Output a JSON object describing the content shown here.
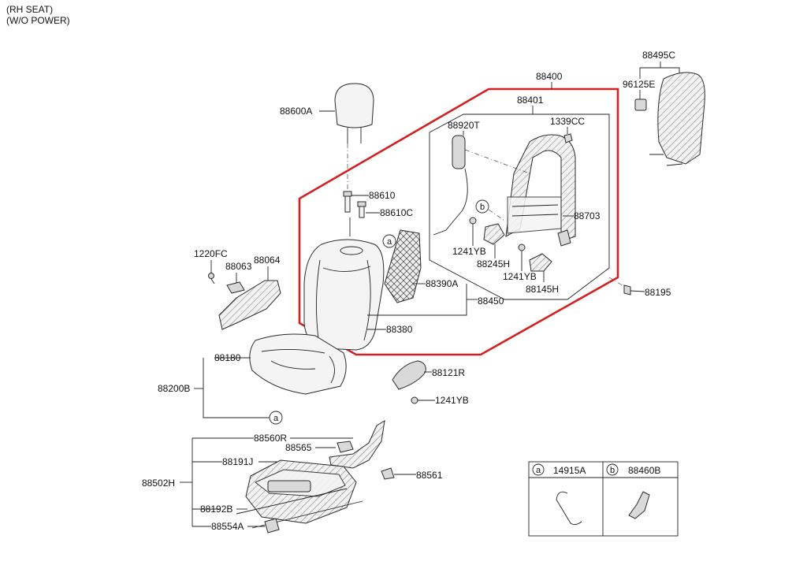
{
  "notes": {
    "line1": "(RH SEAT)",
    "line2": "(W/O POWER)"
  },
  "labels": {
    "p88400": "88400",
    "p88401": "88401",
    "p88920T": "88920T",
    "p1339CC": "1339CC",
    "p88703": "88703",
    "p1241YB_a": "1241YB",
    "p88245H": "88245H",
    "p1241YB_b": "1241YB",
    "p88145H": "88145H",
    "p88195": "88195",
    "p88495C": "88495C",
    "p96125E": "96125E",
    "p88600A": "88600A",
    "p88610": "88610",
    "p88610C": "88610C",
    "p88390A": "88390A",
    "p88450": "88450",
    "p88380": "88380",
    "p1220FC": "1220FC",
    "p88063": "88063",
    "p88064": "88064",
    "p88180": "88180",
    "p88200B": "88200B",
    "p88121R": "88121R",
    "p1241YB_c": "1241YB",
    "p88560R": "88560R",
    "p88565": "88565",
    "p88191J": "88191J",
    "p88502H": "88502H",
    "p88561": "88561",
    "p88192B": "88192B",
    "p88554A": "88554A"
  },
  "callouts": {
    "a": "a",
    "b": "b"
  },
  "legend": {
    "a_letter": "a",
    "a_part": "14915A",
    "b_letter": "b",
    "b_part": "88460B"
  },
  "colors": {
    "highlight": "#d42020",
    "line": "#222222"
  }
}
